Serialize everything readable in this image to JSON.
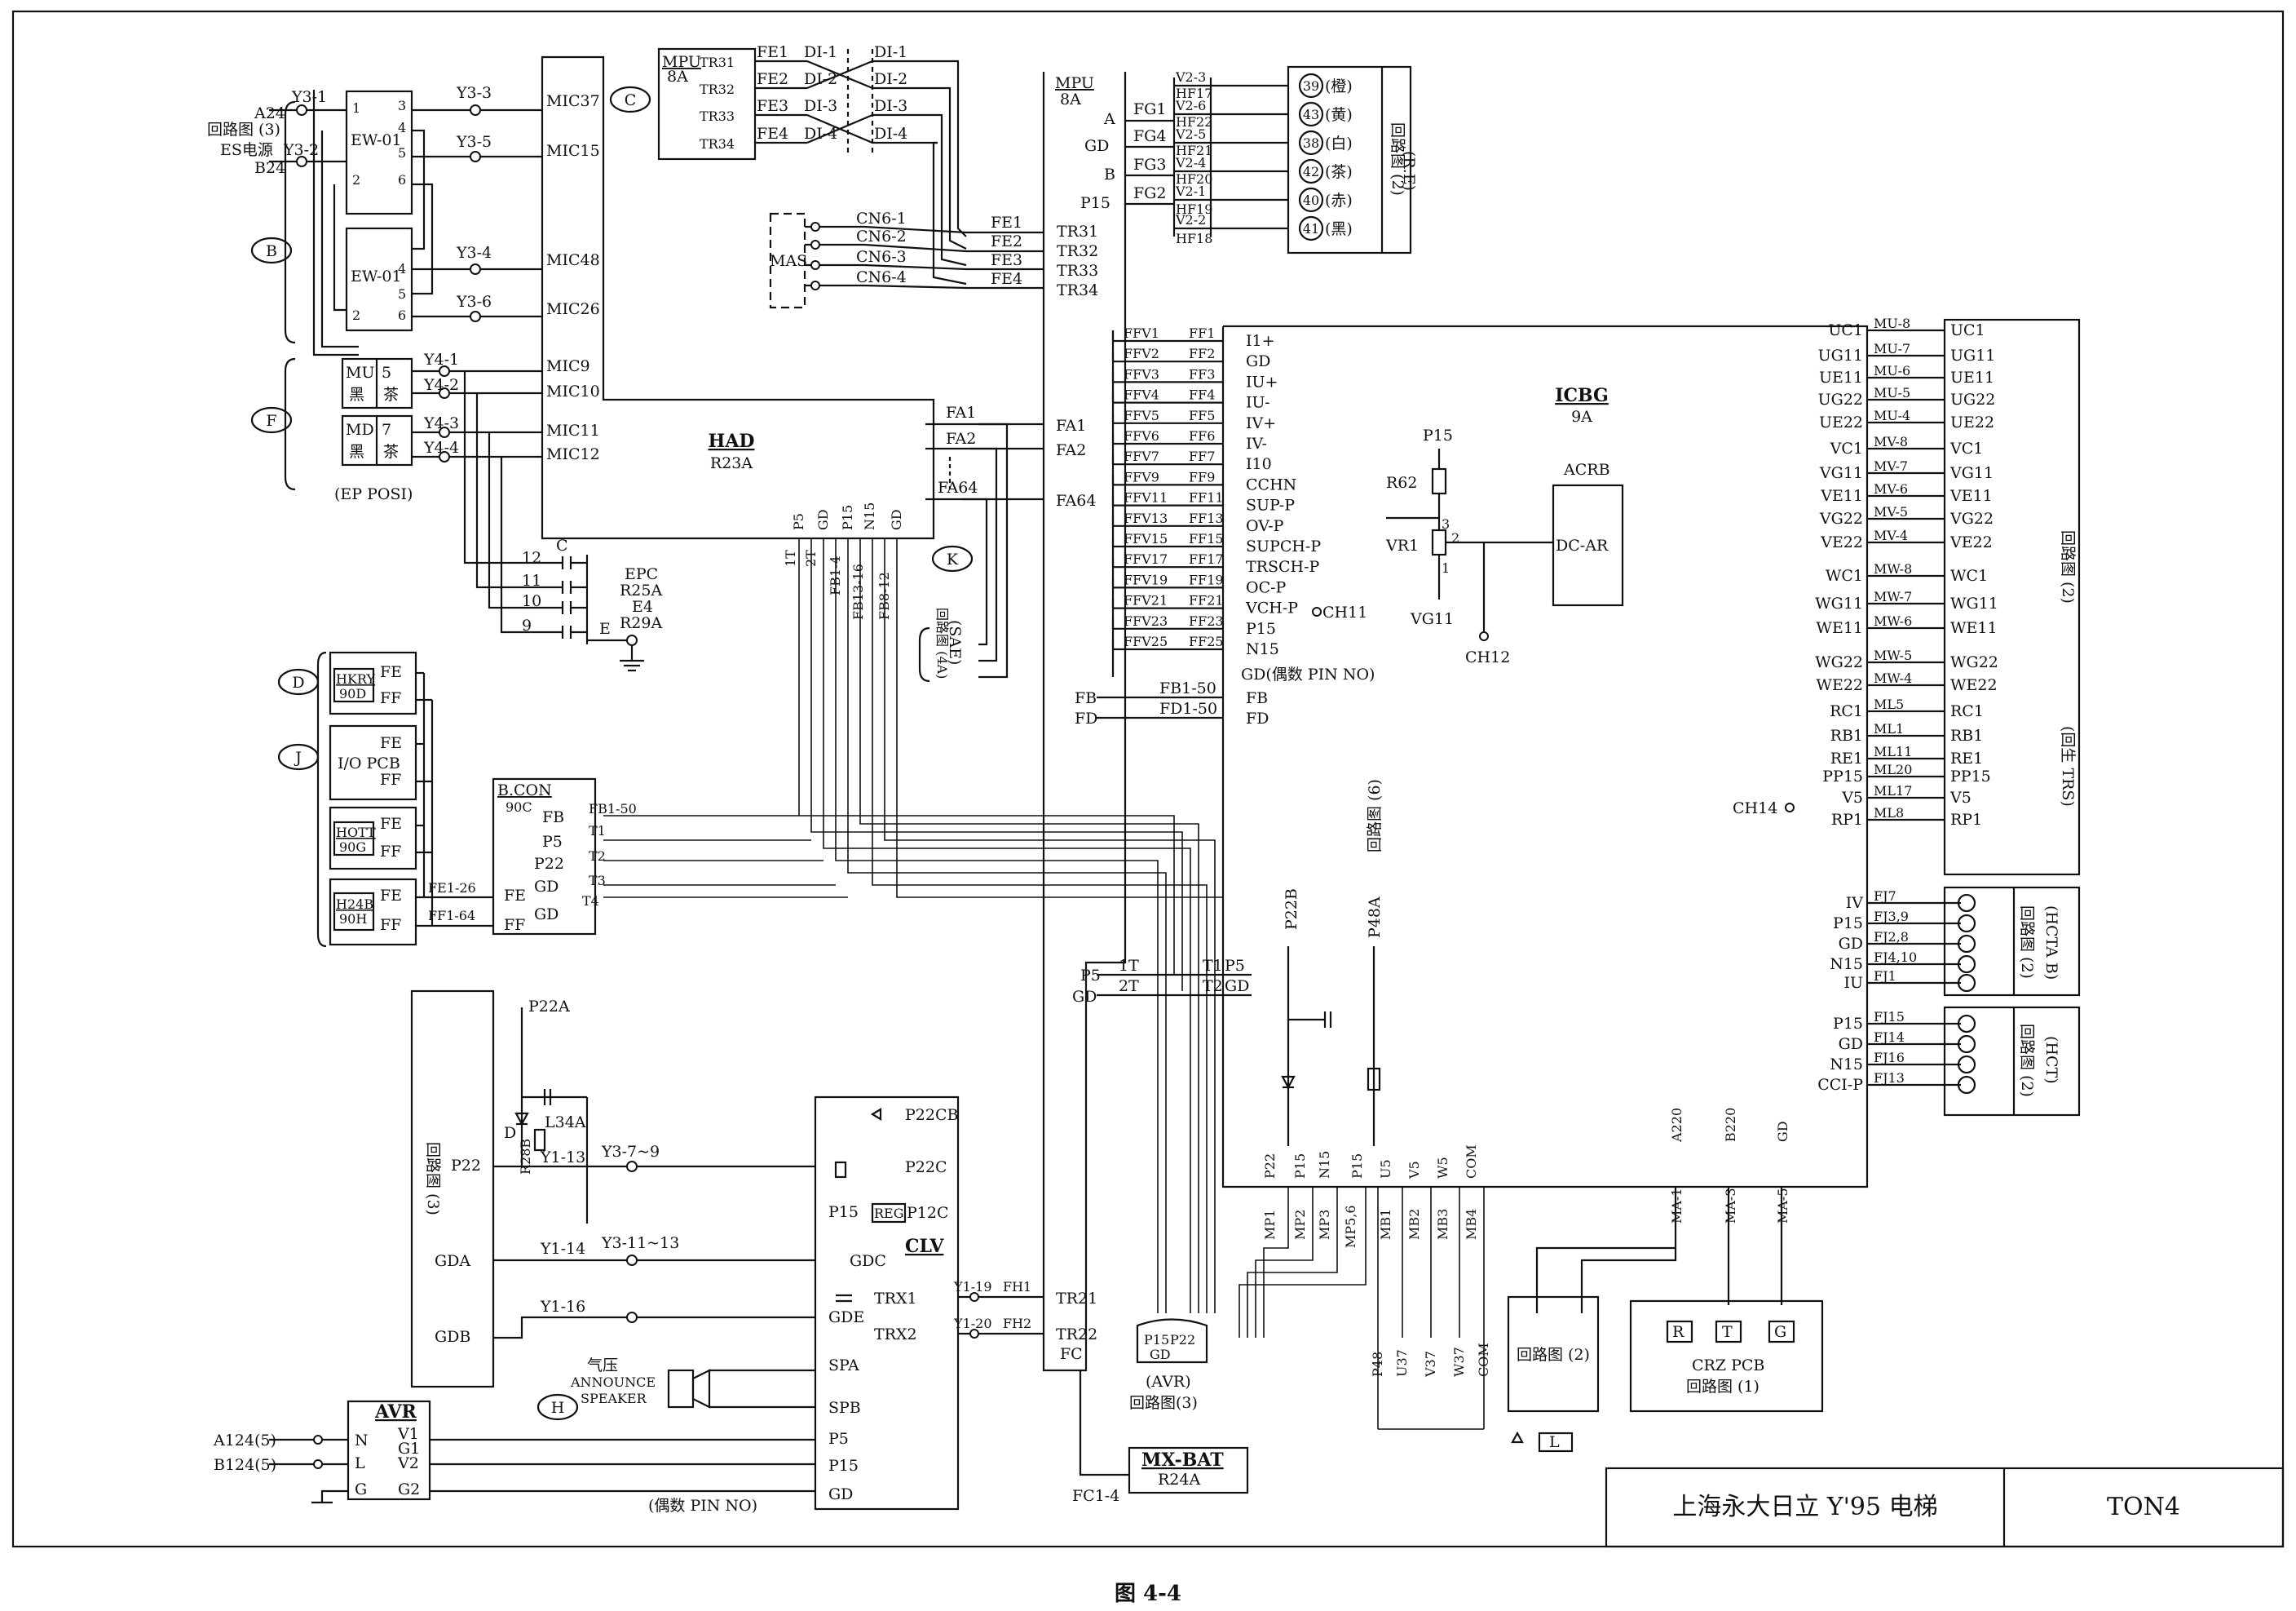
{
  "figure_caption": "图 4-4",
  "title_block": {
    "name": "上海永大日立 Y'95 电梯",
    "code": "TON4"
  },
  "boards": {
    "had": {
      "name": "HAD",
      "code": "R23A"
    },
    "mpu_main": {
      "name": "MPU",
      "code": "8A"
    },
    "mpu_small": {
      "name": "MPU",
      "code": "8A"
    },
    "icbg": {
      "name": "ICBG",
      "code": "9A"
    },
    "acrb": {
      "name": "ACRB",
      "block": "DC-AR"
    },
    "bcon": {
      "name": "B.CON",
      "code": "90C"
    },
    "clv": {
      "name": "CLV"
    },
    "avr": {
      "name": "AVR"
    },
    "mxbat": {
      "name": "MX-BAT",
      "code": "R24A"
    },
    "mas": {
      "name": "MAS"
    },
    "crz": {
      "name": "CRZ PCB",
      "ref": "回路图 (1)"
    },
    "ew1": {
      "name": "EW-01"
    },
    "ew2": {
      "name": "EW-01"
    },
    "hkry": {
      "name": "HKRY",
      "code": "90D"
    },
    "io": {
      "name": "I/O PCB"
    },
    "hott": {
      "name": "HOTT",
      "code": "90G"
    },
    "h24b": {
      "name": "H24B",
      "code": "90H"
    },
    "epc": {
      "name": "EPC",
      "code1": "R25A",
      "code2": "R29A",
      "e4": "E4"
    }
  },
  "connectors": [
    "B",
    "C",
    "D",
    "F",
    "H",
    "J",
    "K"
  ],
  "refs": {
    "circ3_es": "回路图 (3)",
    "es_power": "ES电源",
    "ep_posi": "(EP POSI)",
    "circ_4a": "回路图 (4A)",
    "sae": "(SAE)",
    "circ2_re": "回路图 (2)",
    "re": "(R.E)",
    "circ2_right": "回路图 (2)",
    "trs": "(回生 TRS)",
    "circ2_hcta": "回路图 (2)",
    "hcta": "(HCTA B)",
    "circ2_hct": "回路图 (2)",
    "hct": "(HCT)",
    "circ6": "回路图 (6)",
    "circ3_left": "回路图 (3)",
    "circ3_avr": "回路图(3)",
    "avr_paren": "(AVR)",
    "circ2_bottom": "回路图 (2)",
    "pin_even_1": "GD(偶数 PIN NO)",
    "pin_even_2": "(偶数 PIN NO)",
    "announce_1": "气压",
    "announce_2": "ANNOUNCE",
    "announce_3": "SPEAKER",
    "triangle_L": "L"
  },
  "mic_labels": [
    "MIC37",
    "MIC15",
    "MIC48",
    "MIC26",
    "MIC9",
    "MIC10",
    "MIC11",
    "MIC12"
  ],
  "y3_labels": [
    "Y3-3",
    "Y3-5",
    "Y3-4",
    "Y3-6"
  ],
  "y4_labels": [
    "Y4-1",
    "Y4-2",
    "Y4-3",
    "Y4-4"
  ],
  "y3_left": [
    "Y3-1",
    "Y3-2"
  ],
  "ab24": [
    "A24",
    "B24"
  ],
  "ew_pins": [
    "1",
    "2",
    "3",
    "4",
    "5",
    "6"
  ],
  "mu_md": {
    "mu": "MU",
    "md": "MD",
    "black": "黑",
    "brown": "茶",
    "p5": "5",
    "p7": "7"
  },
  "mpu_small_pins": [
    "TR31",
    "TR32",
    "TR33",
    "TR34"
  ],
  "fe_small": [
    "FE1",
    "FE2",
    "FE3",
    "FE4"
  ],
  "di_left": [
    "DI-1",
    "DI-2",
    "DI-3",
    "DI-4"
  ],
  "di_right": [
    "DI-1",
    "DI-2",
    "DI-3",
    "DI-4"
  ],
  "cn6": [
    "CN6-1",
    "CN6-2",
    "CN6-3",
    "CN6-4"
  ],
  "fe_mid": [
    "FE1",
    "FE2",
    "FE3",
    "FE4"
  ],
  "tr_mid": [
    "TR31",
    "TR32",
    "TR33",
    "TR34"
  ],
  "fa_left": [
    "FA1",
    "FA2",
    "FA64"
  ],
  "fa_right": [
    "FA1",
    "FA2",
    "FA64"
  ],
  "had_bottom": [
    "1T",
    "P5",
    "2T",
    "GD",
    "FB1-4",
    "P15",
    "FB13-16",
    "N15",
    "FB8-12",
    "GD"
  ],
  "epc_pins": [
    "12",
    "11",
    "10",
    "9",
    "C",
    "E"
  ],
  "mpu_right_top": [
    "A",
    "GD",
    "B",
    "P15"
  ],
  "fg": [
    "FG1",
    "FG4",
    "FG3",
    "FG2"
  ],
  "v2": [
    "V2-3",
    "V2-6",
    "V2-5",
    "V2-4",
    "V2-1",
    "V2-2"
  ],
  "hf": [
    "HF17",
    "HF22",
    "HF21",
    "HF20",
    "HF19",
    "HF18"
  ],
  "lamps": [
    {
      "n": "39",
      "c": "(橙)"
    },
    {
      "n": "43",
      "c": "(黄)"
    },
    {
      "n": "38",
      "c": "(白)"
    },
    {
      "n": "42",
      "c": "(茶)"
    },
    {
      "n": "40",
      "c": "(赤)"
    },
    {
      "n": "41",
      "c": "(黑)"
    }
  ],
  "ffv": [
    "FFV1",
    "FFV2",
    "FFV3",
    "FFV4",
    "FFV5",
    "FFV6",
    "FFV7",
    "FFV9",
    "FFV11",
    "FFV13",
    "FFV15",
    "FFV17",
    "FFV19",
    "FFV21",
    "FFV23",
    "FFV25"
  ],
  "ff": [
    "FF1",
    "FF2",
    "FF3",
    "FF4",
    "FF5",
    "FF6",
    "FF7",
    "FF9",
    "FF11",
    "FF13",
    "FF15",
    "FF17",
    "FF19",
    "FF21",
    "FF23",
    "FF25"
  ],
  "ff_sig": [
    "I1+",
    "GD",
    "IU+",
    "IU-",
    "IV+",
    "IV-",
    "I10",
    "CCHN",
    "SUP-P",
    "OV-P",
    "SUPCH-P",
    "TRSCH-P",
    "OC-P",
    "VCH-P",
    "P15",
    "N15"
  ],
  "ch11": "CH11",
  "fb_fd": {
    "fb": "FB",
    "fd": "FD",
    "fb1": "FB1-50",
    "fd1": "FD1-50"
  },
  "vr": {
    "p15": "P15",
    "r62": "R62",
    "vr1": "VR1",
    "vg11": "VG11",
    "ch12": "CH12",
    "p3": "3",
    "p2": "2",
    "p1": "1"
  },
  "icbg_left": [
    "UC1",
    "UG11",
    "UE11",
    "UG22",
    "UE22",
    "VC1",
    "VG11",
    "VE11",
    "VG22",
    "VE22",
    "WC1",
    "WG11",
    "WE11",
    "WG22",
    "WE22",
    "RC1",
    "RB1",
    "RE1",
    "PP15",
    "V5",
    "RP1"
  ],
  "icbg_conn": [
    "MU-8",
    "MU-7",
    "MU-6",
    "MU-5",
    "MU-4",
    "MV-8",
    "MV-7",
    "MV-6",
    "MV-5",
    "MV-4",
    "MW-8",
    "MW-7",
    "MW-6",
    "MW-5",
    "MW-4",
    "ML5",
    "ML1",
    "ML11",
    "ML20",
    "ML17",
    "ML8"
  ],
  "icbg_right": [
    "UC1",
    "UG11",
    "UE11",
    "UG22",
    "UE22",
    "VC1",
    "VG11",
    "VE11",
    "VG22",
    "VE22",
    "WC1",
    "WG11",
    "WE11",
    "WG22",
    "WE22",
    "RC1",
    "RB1",
    "RE1",
    "PP15",
    "V5",
    "RP1"
  ],
  "ch14": "CH14",
  "fj_a_sig": [
    "IV",
    "P15",
    "GD",
    "N15",
    "IU"
  ],
  "fj_a": [
    "FJ7",
    "FJ3,9",
    "FJ2,8",
    "FJ4,10",
    "FJ1"
  ],
  "fj_b_sig": [
    "P15",
    "GD",
    "N15",
    "CCI-P"
  ],
  "fj_b": [
    "FJ15",
    "FJ14",
    "FJ16",
    "FJ13"
  ],
  "bcon_pins": [
    "FB",
    "P5",
    "P22",
    "GD",
    "FE",
    "GD"
  ],
  "bcon_right": [
    "FB1-50",
    "T1",
    "T2",
    "T3",
    "T4"
  ],
  "bcon_ff": [
    "FE1-26",
    "FF1-64",
    "FF"
  ],
  "fe_ff": [
    "FE",
    "FF"
  ],
  "bottom_mid": {
    "p5": "P5",
    "gd": "GD",
    "1t": "1T",
    "2t": "2T",
    "t1": "T1",
    "t2": "T2"
  },
  "p22b": "P22B",
  "p48a": "P48A",
  "mp_top": [
    "P22",
    "P15",
    "N15",
    "P15",
    "U5",
    "V5",
    "W5",
    "COM"
  ],
  "mp_bot": [
    "MP1",
    "MP2",
    "MP3",
    "MP5,6",
    "MB1",
    "MB2",
    "MB3",
    "MB4"
  ],
  "mb_bot": [
    "P48",
    "U37",
    "V37",
    "W37",
    "COM"
  ],
  "ma": [
    "A220",
    "B220",
    "GD",
    "MA-1",
    "MA-3",
    "MA-5"
  ],
  "rtg": [
    "R",
    "T",
    "G"
  ],
  "avr_top": [
    "P22",
    "P15",
    "N15",
    "GD"
  ],
  "avr_sub": [
    "P15",
    "P22",
    "GD"
  ],
  "left_lower": {
    "p22a": "P22A",
    "l34a": "L34A",
    "r28b": "R28B",
    "d": "D",
    "p22": "P22",
    "gda": "GDA",
    "gdb": "GDB",
    "y1_13": "Y1-13",
    "y3_7_9": "Y3-7~9",
    "y1_14": "Y1-14",
    "y3_11_13": "Y3-11~13",
    "y1_16": "Y1-16"
  },
  "clv_pins": [
    "P22CB",
    "P22C",
    "P15",
    "REG",
    "P12C",
    "GDC",
    "TRX1",
    "GDE",
    "TRX2",
    "SPA",
    "SPB",
    "P5",
    "P15",
    "GD"
  ],
  "trx": [
    "Y1-19",
    "FH1",
    "Y1-20",
    "FH2",
    "TR21",
    "TR22",
    "FC"
  ],
  "avr_box": {
    "a124": "A124(5)",
    "b124": "B124(5)",
    "n": "N",
    "l": "L",
    "g": "G",
    "v1": "V1",
    "g1": "G1",
    "v2": "V2",
    "g2": "G2"
  },
  "fc1": "FC1-4"
}
